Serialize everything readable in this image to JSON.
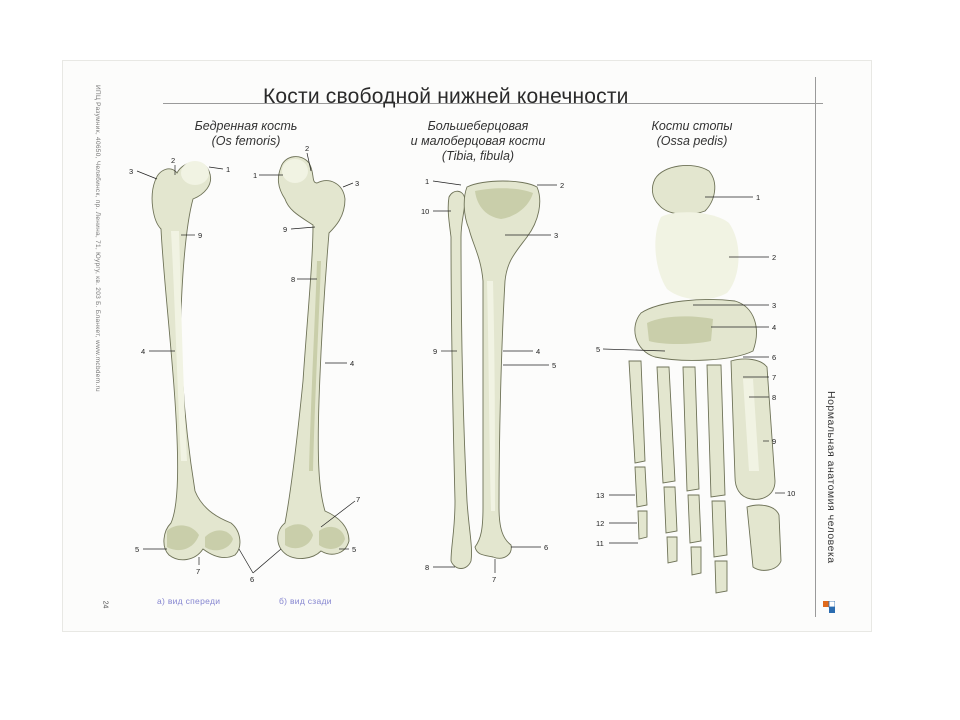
{
  "title": "Кости свободной нижней конечности",
  "headings": {
    "femur": [
      "Бедренная кость",
      "(Os femoris)"
    ],
    "tibia": [
      "Большеберцовая",
      "и малоберцовая кости",
      "(Tibia, fibula)"
    ],
    "foot": [
      "Кости стопы",
      "(Ossa pedis)"
    ]
  },
  "captions": {
    "front": "а) вид спереди",
    "back": "б) вид сзади"
  },
  "side_text_left": "ИПЦ Разумник, 40650, Челябинск, пр. Ленина, 71, Юургу, кв. 203 Б. Бланкет, www.mcbdem.ru",
  "side_text_right": "Нормальная анатомия человека",
  "page_number": "24",
  "labels": {
    "femur_front": [
      "3",
      "2",
      "1",
      "9",
      "4",
      "5",
      "7",
      "6"
    ],
    "femur_back": [
      "2",
      "1",
      "3",
      "9",
      "8",
      "4",
      "7",
      "5"
    ],
    "tibia": [
      "1",
      "2",
      "10",
      "3",
      "9",
      "4",
      "5",
      "6",
      "8",
      "7"
    ],
    "foot": [
      "1",
      "2",
      "3",
      "4",
      "5",
      "6",
      "7",
      "8",
      "9",
      "10",
      "13",
      "12",
      "11"
    ]
  }
}
